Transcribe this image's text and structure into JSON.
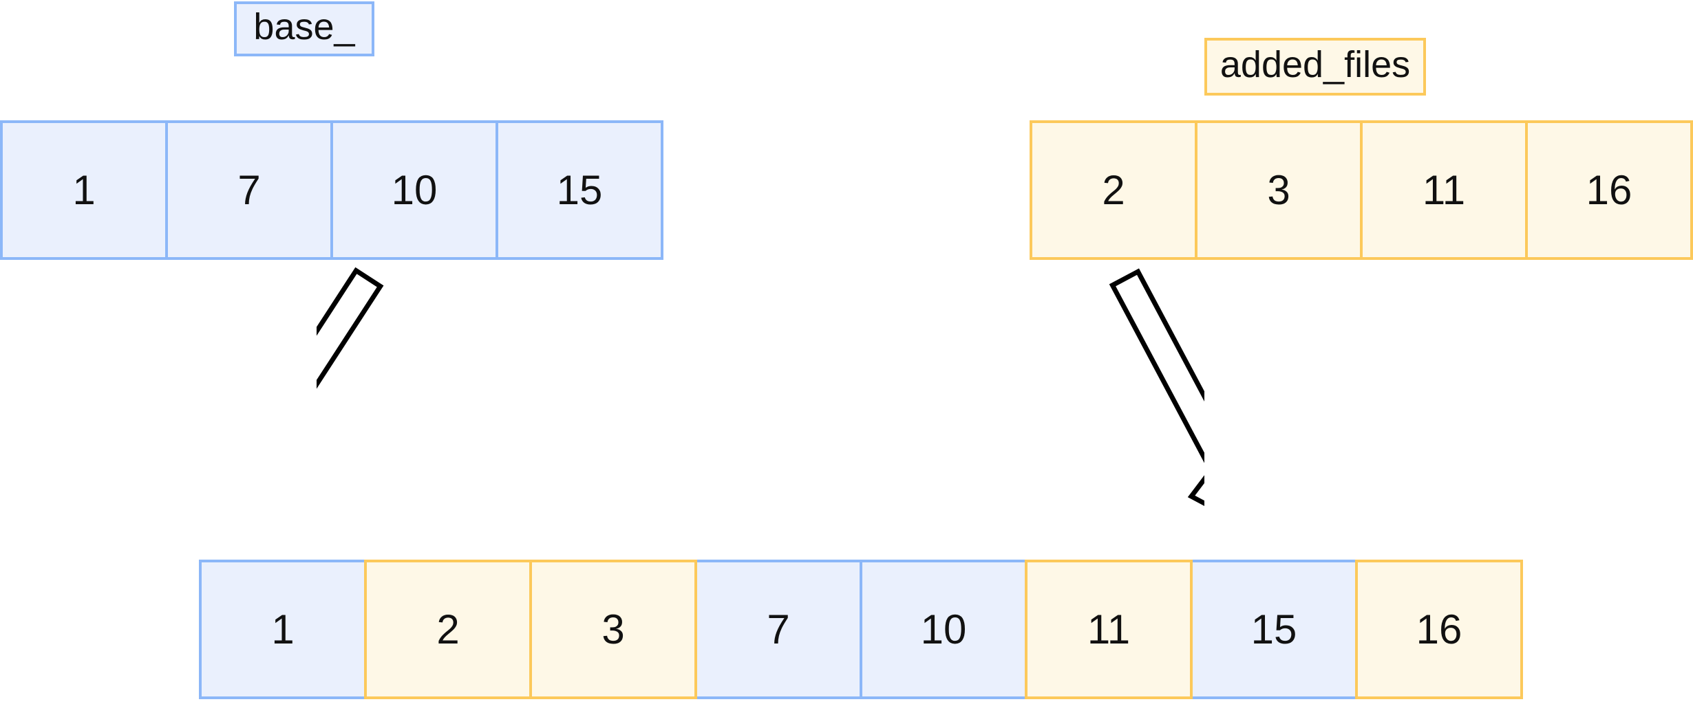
{
  "diagram": {
    "base_array": {
      "label": "base_",
      "source": "base",
      "values": [
        "1",
        "7",
        "10",
        "15"
      ]
    },
    "added_array": {
      "label": "added_files",
      "source": "added",
      "values": [
        "2",
        "3",
        "11",
        "16"
      ]
    },
    "merged_array": {
      "cells": [
        {
          "value": "1",
          "source": "base"
        },
        {
          "value": "2",
          "source": "added"
        },
        {
          "value": "3",
          "source": "added"
        },
        {
          "value": "7",
          "source": "base"
        },
        {
          "value": "10",
          "source": "base"
        },
        {
          "value": "11",
          "source": "added"
        },
        {
          "value": "15",
          "source": "base"
        },
        {
          "value": "16",
          "source": "added"
        }
      ]
    },
    "arrows": [
      {
        "name": "base-to-merged",
        "direction": "down-right"
      },
      {
        "name": "added-to-merged",
        "direction": "down-left"
      }
    ],
    "colors": {
      "base-fill": "#EAF0FD",
      "base-border": "#8CB7F8",
      "added-fill": "#FEF8E7",
      "added-border": "#FCC95B",
      "arrow-fill": "#FFFFFF",
      "arrow-stroke": "#000000",
      "text": "#111111"
    }
  }
}
